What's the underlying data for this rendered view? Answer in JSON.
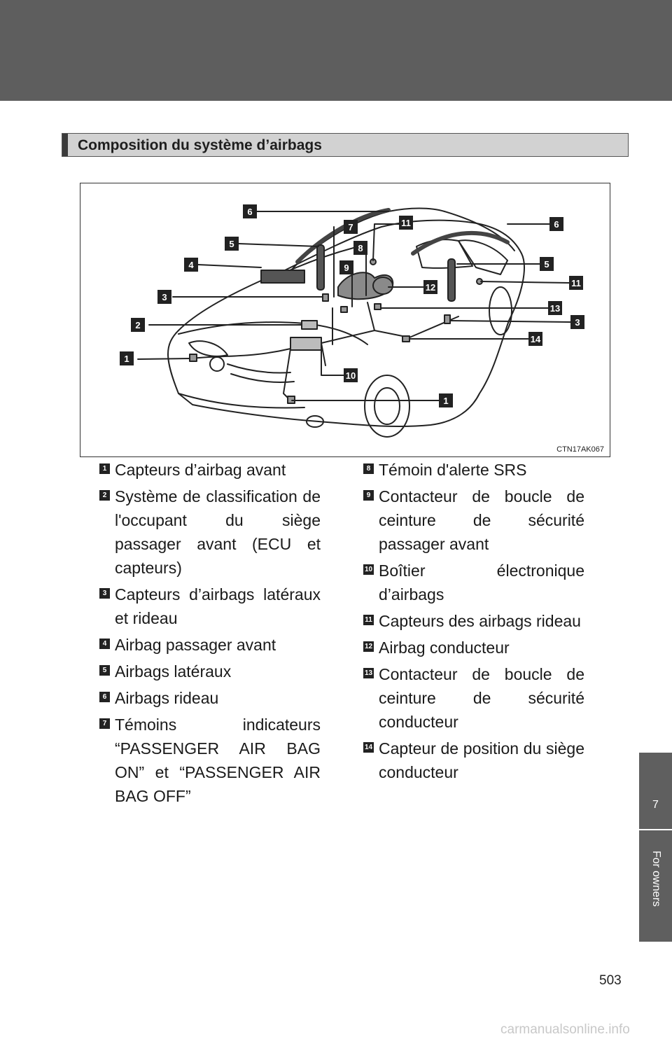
{
  "section": {
    "title": "Composition du système d’airbags"
  },
  "figure": {
    "code": "CTN17AK067",
    "callouts": [
      "6",
      "5",
      "4",
      "3",
      "2",
      "1",
      "7",
      "8",
      "9",
      "10",
      "11",
      "12",
      "6",
      "5",
      "11",
      "13",
      "3",
      "14",
      "1"
    ]
  },
  "legend": {
    "left": [
      {
        "num": "1",
        "text": "Capteurs d’airbag avant"
      },
      {
        "num": "2",
        "text": "Système de classification de l'occupant du siège passager avant (ECU et capteurs)"
      },
      {
        "num": "3",
        "text": "Capteurs d’airbags latéraux et rideau"
      },
      {
        "num": "4",
        "text": "Airbag passager avant"
      },
      {
        "num": "5",
        "text": "Airbags latéraux"
      },
      {
        "num": "6",
        "text": "Airbags rideau"
      },
      {
        "num": "7",
        "text": "Témoins indicateurs “PASSENGER AIR BAG ON” et “PASSENGER AIR BAG OFF”"
      }
    ],
    "right": [
      {
        "num": "8",
        "text": "Témoin d'alerte SRS"
      },
      {
        "num": "9",
        "text": "Contacteur de boucle de ceinture de sécurité passager avant"
      },
      {
        "num": "10",
        "text": "Boîtier électronique d’airbags"
      },
      {
        "num": "11",
        "text": "Capteurs des airbags rideau"
      },
      {
        "num": "12",
        "text": "Airbag conducteur"
      },
      {
        "num": "13",
        "text": "Contacteur de boucle de ceinture de sécurité conducteur"
      },
      {
        "num": "14",
        "text": "Capteur de position du siège conducteur"
      }
    ]
  },
  "side_tab": {
    "number": "7",
    "label": "For owners"
  },
  "page_number": "503",
  "watermark": "carmanualsonline.info"
}
